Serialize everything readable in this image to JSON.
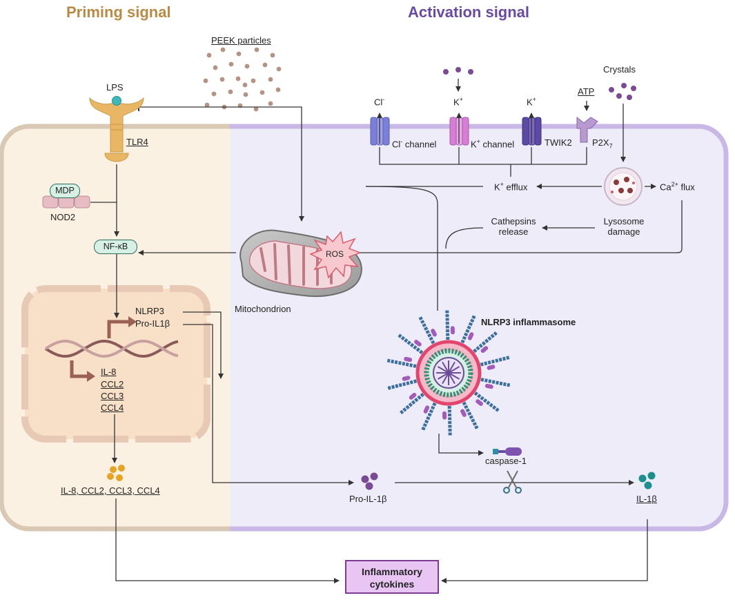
{
  "titles": {
    "priming": "Priming signal",
    "activation": "Activation signal"
  },
  "colors": {
    "priming_title": "#b98a43",
    "activation_title": "#6a4aa0",
    "priming_bg": "#fbf1e2",
    "activation_bg": "#eeecf8",
    "cell_border": "#c9b8e6",
    "arrow": "#333333",
    "nucleus_bg": "#f8dfc7",
    "dna": "#8a5a5a",
    "teal_pill": "#d6f0e6",
    "output_box": "#e9c5f4"
  },
  "labels": {
    "peek": "PEEK particles",
    "lps": "LPS",
    "tlr4": "TLR4",
    "mdp": "MDP",
    "nod2": "NOD2",
    "nfkb": "NF-κB",
    "nlrp3": "NLRP3",
    "pro_il1b_gene": "Pro-IL1β",
    "il8": "IL-8",
    "ccl2": "CCL2",
    "ccl3": "CCL3",
    "ccl4": "CCL4",
    "chemokines": "IL-8, CCL2, CCL3, CCL4",
    "mitochondrion": "Mitochondrion",
    "ros": "ROS",
    "cl_ion": "Cl",
    "cl_sup": "-",
    "k_ion_1": "K",
    "k_ion_2": "K",
    "k_sup": "+",
    "atp": "ATP",
    "crystals": "Crystals",
    "cl_channel_pre": "Cl",
    "cl_channel_post": " channel",
    "k_channel_pre": "K",
    "k_channel_post": " channel",
    "twik2": "TWIK2",
    "p2x7_pre": "P2X",
    "p2x7_sub": "7",
    "k_efflux_pre": "K",
    "k_efflux_post": " efflux",
    "ca_flux_pre": "Ca",
    "ca_sup": "2+",
    "ca_flux_post": " flux",
    "lysosome_1": "Lysosome",
    "lysosome_2": "damage",
    "cathepsins_1": "Cathepsins",
    "cathepsins_2": "release",
    "inflammasome": "NLRP3 inflammasome",
    "caspase": "caspase-1",
    "pro_il1b_protein": "Pro-IL-1β",
    "il1b": "IL-1β",
    "output_1": "Inflammatory",
    "output_2": "cytokines"
  }
}
